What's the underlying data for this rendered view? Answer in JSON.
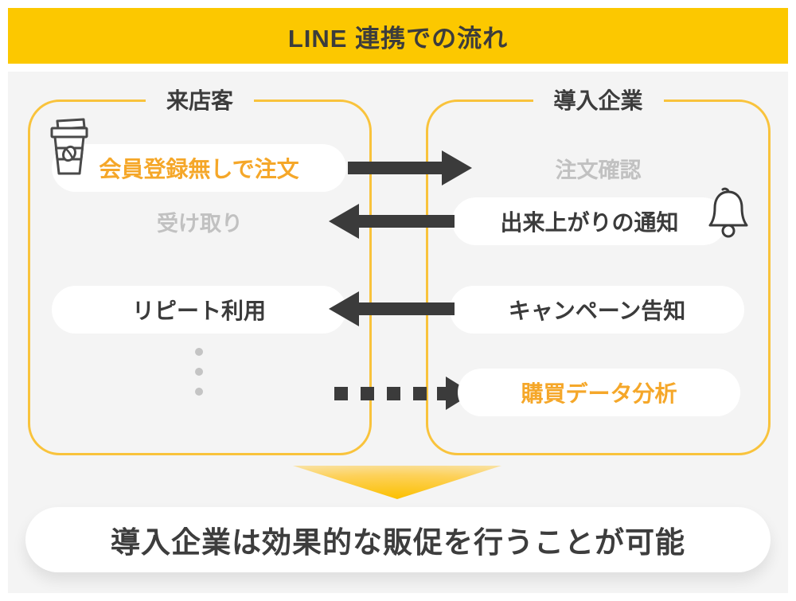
{
  "header": {
    "title": "LINE 連携での流れ"
  },
  "groups": {
    "customer": {
      "title": "来店客"
    },
    "company": {
      "title": "導入企業"
    }
  },
  "rows": [
    {
      "left": {
        "text": "会員登録無しで注文",
        "style": "pill-accent",
        "icon": "coffee-cup-icon"
      },
      "arrow": {
        "direction": "right",
        "style": "solid"
      },
      "right": {
        "text": "注文確認",
        "style": "ghost"
      }
    },
    {
      "left": {
        "text": "受け取り",
        "style": "ghost"
      },
      "arrow": {
        "direction": "left",
        "style": "solid"
      },
      "right": {
        "text": "出来上がりの通知",
        "style": "pill",
        "icon": "bell-icon"
      }
    },
    {
      "left": {
        "text": "リピート利用",
        "style": "pill"
      },
      "arrow": {
        "direction": "left",
        "style": "solid"
      },
      "right": {
        "text": "キャンペーン告知",
        "style": "pill"
      }
    },
    {
      "left": {
        "text": "",
        "style": "dots"
      },
      "arrow": {
        "direction": "right",
        "style": "dashed"
      },
      "right": {
        "text": "購買データ分析",
        "style": "pill-accent"
      }
    }
  ],
  "conclusion": {
    "text": "導入企業は効果的な販促を行うことが可能"
  },
  "colors": {
    "header_bg": "#FCC800",
    "box_border": "#F9C33C",
    "accent_text": "#F5A729",
    "dark": "#3B3B3B",
    "ghost_text": "#C1C1C1",
    "panel_bg": "#F4F4F4"
  }
}
